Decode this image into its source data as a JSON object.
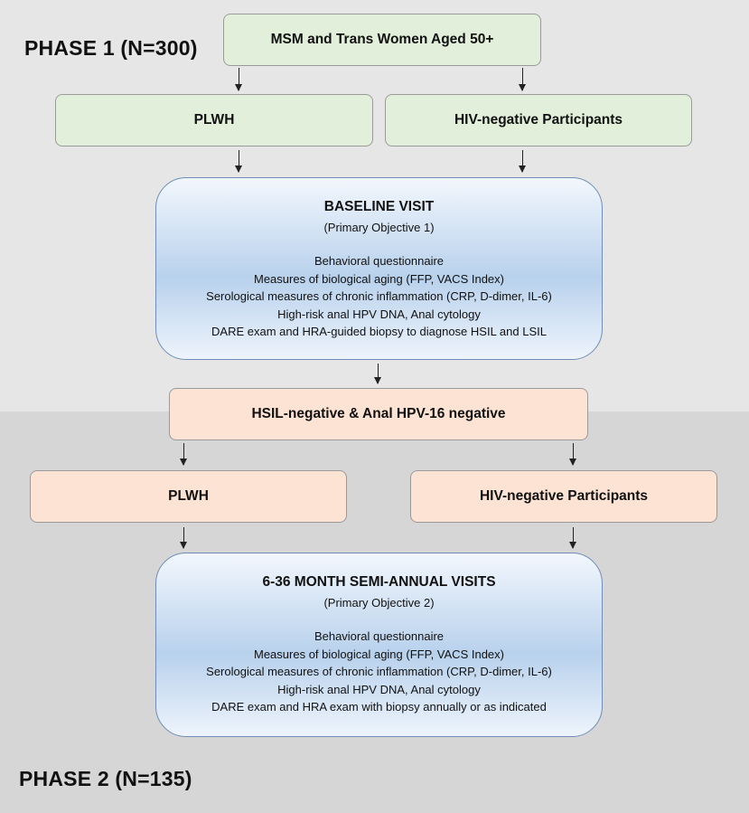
{
  "phase1": {
    "label": "PHASE 1 (N=300)",
    "top_box": "MSM and Trans Women Aged 50+",
    "left_box": "PLWH",
    "right_box": "HIV-negative Participants",
    "visit": {
      "title": "BASELINE VISIT",
      "subtitle": "(Primary Objective 1)",
      "items": [
        "Behavioral questionnaire",
        "Measures of biological aging (FFP, VACS Index)",
        "Serological measures of chronic inflammation (CRP, D-dimer, IL-6)",
        "High-risk anal HPV DNA, Anal cytology",
        "DARE exam and HRA-guided biopsy to diagnose HSIL and LSIL"
      ]
    }
  },
  "phase2": {
    "label": "PHASE 2 (N=135)",
    "top_box": "HSIL-negative & Anal HPV-16 negative",
    "left_box": "PLWH",
    "right_box": "HIV-negative Participants",
    "visit": {
      "title": "6-36 MONTH SEMI-ANNUAL VISITS",
      "subtitle": "(Primary Objective 2)",
      "items": [
        "Behavioral questionnaire",
        "Measures of biological aging (FFP, VACS Index)",
        "Serological measures of chronic inflammation (CRP, D-dimer, IL-6)",
        "High-risk anal HPV DNA, Anal cytology",
        "DARE exam and HRA exam with biopsy annually or as indicated"
      ]
    }
  },
  "colors": {
    "phase1_bg": "#e6e6e6",
    "phase2_bg": "#d6d6d6",
    "green_box": "#e2efda",
    "peach_box": "#fde3d4",
    "visit_box": "#b8d1ec"
  }
}
